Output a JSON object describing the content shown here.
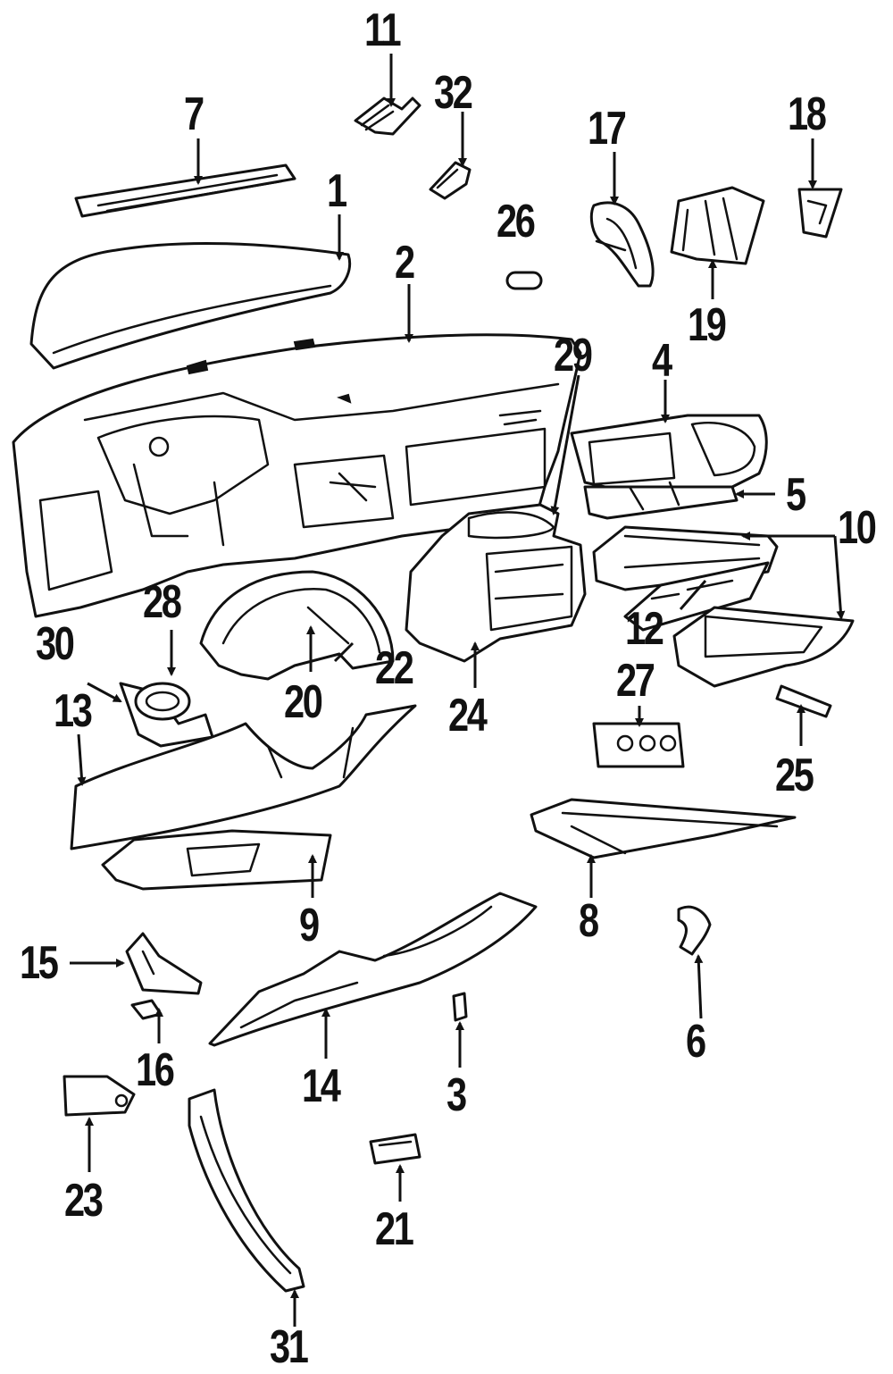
{
  "callouts": [
    {
      "id": "1",
      "text": "1"
    },
    {
      "id": "2",
      "text": "2"
    },
    {
      "id": "3",
      "text": "3"
    },
    {
      "id": "4",
      "text": "4"
    },
    {
      "id": "5",
      "text": "5"
    },
    {
      "id": "6",
      "text": "6"
    },
    {
      "id": "7",
      "text": "7"
    },
    {
      "id": "8",
      "text": "8"
    },
    {
      "id": "9",
      "text": "9"
    },
    {
      "id": "10",
      "text": "10"
    },
    {
      "id": "11",
      "text": "11"
    },
    {
      "id": "12",
      "text": "12"
    },
    {
      "id": "13",
      "text": "13"
    },
    {
      "id": "14",
      "text": "14"
    },
    {
      "id": "15",
      "text": "15"
    },
    {
      "id": "16",
      "text": "16"
    },
    {
      "id": "17",
      "text": "17"
    },
    {
      "id": "18",
      "text": "18"
    },
    {
      "id": "19",
      "text": "19"
    },
    {
      "id": "20",
      "text": "20"
    },
    {
      "id": "21",
      "text": "21"
    },
    {
      "id": "22",
      "text": "22"
    },
    {
      "id": "23",
      "text": "23"
    },
    {
      "id": "24",
      "text": "24"
    },
    {
      "id": "25",
      "text": "25"
    },
    {
      "id": "26",
      "text": "26"
    },
    {
      "id": "27",
      "text": "27"
    },
    {
      "id": "28",
      "text": "28"
    },
    {
      "id": "29",
      "text": "29"
    },
    {
      "id": "30",
      "text": "30"
    },
    {
      "id": "31",
      "text": "31"
    },
    {
      "id": "32",
      "text": "32"
    }
  ],
  "colors": {
    "ink": "#111111",
    "paper": "#ffffff"
  }
}
